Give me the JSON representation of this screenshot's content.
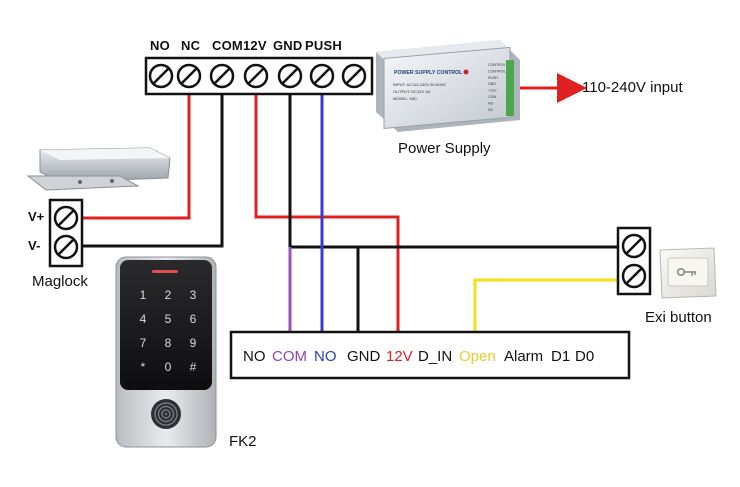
{
  "relay_terminals": [
    "NO",
    "NC",
    "COM",
    "12V",
    "GND",
    "PUSH"
  ],
  "power_supply": {
    "label": "Power Supply",
    "panel_title": "POWER SUPPLY CONTROL",
    "panel_lines": [
      "INPUT: AC110-240V 50-60HZ",
      "OUTPUT: DC12V 3A",
      "MODEL: K80"
    ],
    "panel_terms": [
      "CONTROL",
      "CONTROL",
      "PUSH",
      "GND",
      "+12V",
      "COM",
      "NO",
      "NC"
    ]
  },
  "input_label": "110-240V input",
  "maglock": {
    "label": "Maglock",
    "vplus": "V+",
    "vminus": "V-"
  },
  "exit_button": {
    "label": "Exi button"
  },
  "keypad": {
    "label": "FK2",
    "keys": [
      "1",
      "2",
      "3",
      "4",
      "5",
      "6",
      "7",
      "8",
      "9",
      "*",
      "0",
      "#"
    ]
  },
  "controller_strip": {
    "terminals": [
      {
        "text": "NO",
        "color": "#111111"
      },
      {
        "text": "COM",
        "color": "#8e44ad"
      },
      {
        "text": "NO",
        "color": "#2c3fb5"
      },
      {
        "text": "GND",
        "color": "#111111"
      },
      {
        "text": "12V",
        "color": "#d91f1f"
      },
      {
        "text": "D_IN",
        "color": "#111111"
      },
      {
        "text": "Open",
        "color": "#e8d02a"
      },
      {
        "text": "Alarm",
        "color": "#111111"
      },
      {
        "text": "D1",
        "color": "#111111"
      },
      {
        "text": "D0",
        "color": "#111111"
      }
    ]
  },
  "colors": {
    "wire_red": "#e02020",
    "wire_black": "#111111",
    "wire_blue": "#3a3ad0",
    "wire_purple": "#9b51c0",
    "wire_yellow": "#f2e01c"
  }
}
